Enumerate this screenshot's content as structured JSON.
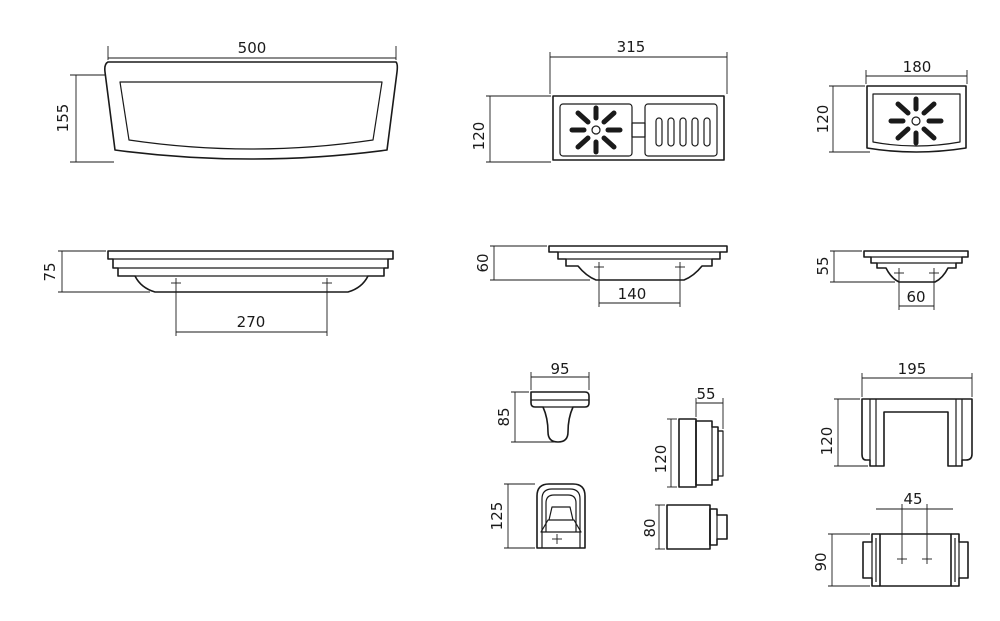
{
  "dimensions": {
    "shelf_width": "500",
    "shelf_depth": "155",
    "shelf_height": "75",
    "shelf_mount": "270",
    "soap_width": "315",
    "soap_depth": "120",
    "soap_height": "60",
    "soap_mount": "140",
    "small_width": "180",
    "small_depth": "120",
    "small_height": "55",
    "small_mount": "60",
    "bracket_width": "95",
    "bracket_height": "85",
    "bracket_front": "125",
    "hook_depth": "55",
    "hook_height": "120",
    "hook_top": "80",
    "holder_width": "195",
    "holder_height": "120",
    "holder_mount": "45",
    "holder_depth": "90"
  }
}
